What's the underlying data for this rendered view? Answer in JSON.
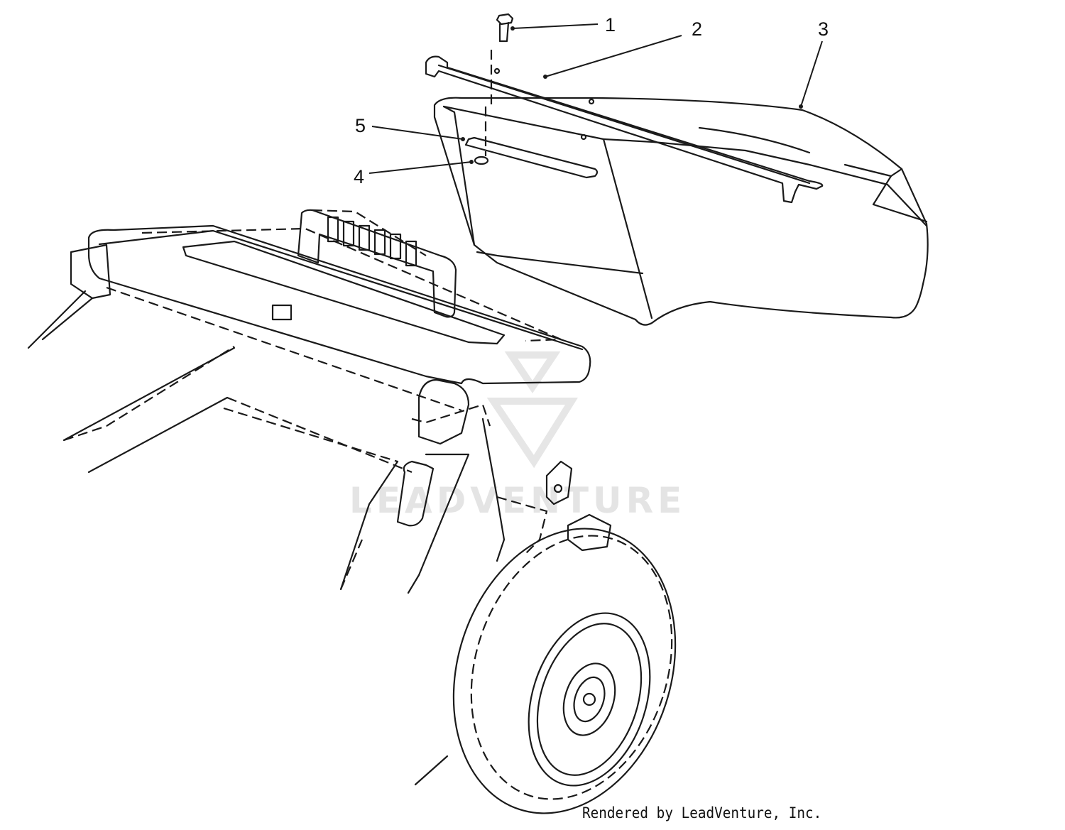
{
  "callouts": [
    {
      "id": 1,
      "label": "1"
    },
    {
      "id": 2,
      "label": "2"
    },
    {
      "id": 3,
      "label": "3"
    },
    {
      "id": 4,
      "label": "4"
    },
    {
      "id": 5,
      "label": "5"
    }
  ],
  "watermark": {
    "text": "LEADVENTURE"
  },
  "credit": {
    "text": "Rendered by LeadVenture, Inc."
  },
  "colors": {
    "ink": "#1a1a1a",
    "watermark": "#e4e4e4",
    "background": "#ffffff"
  }
}
